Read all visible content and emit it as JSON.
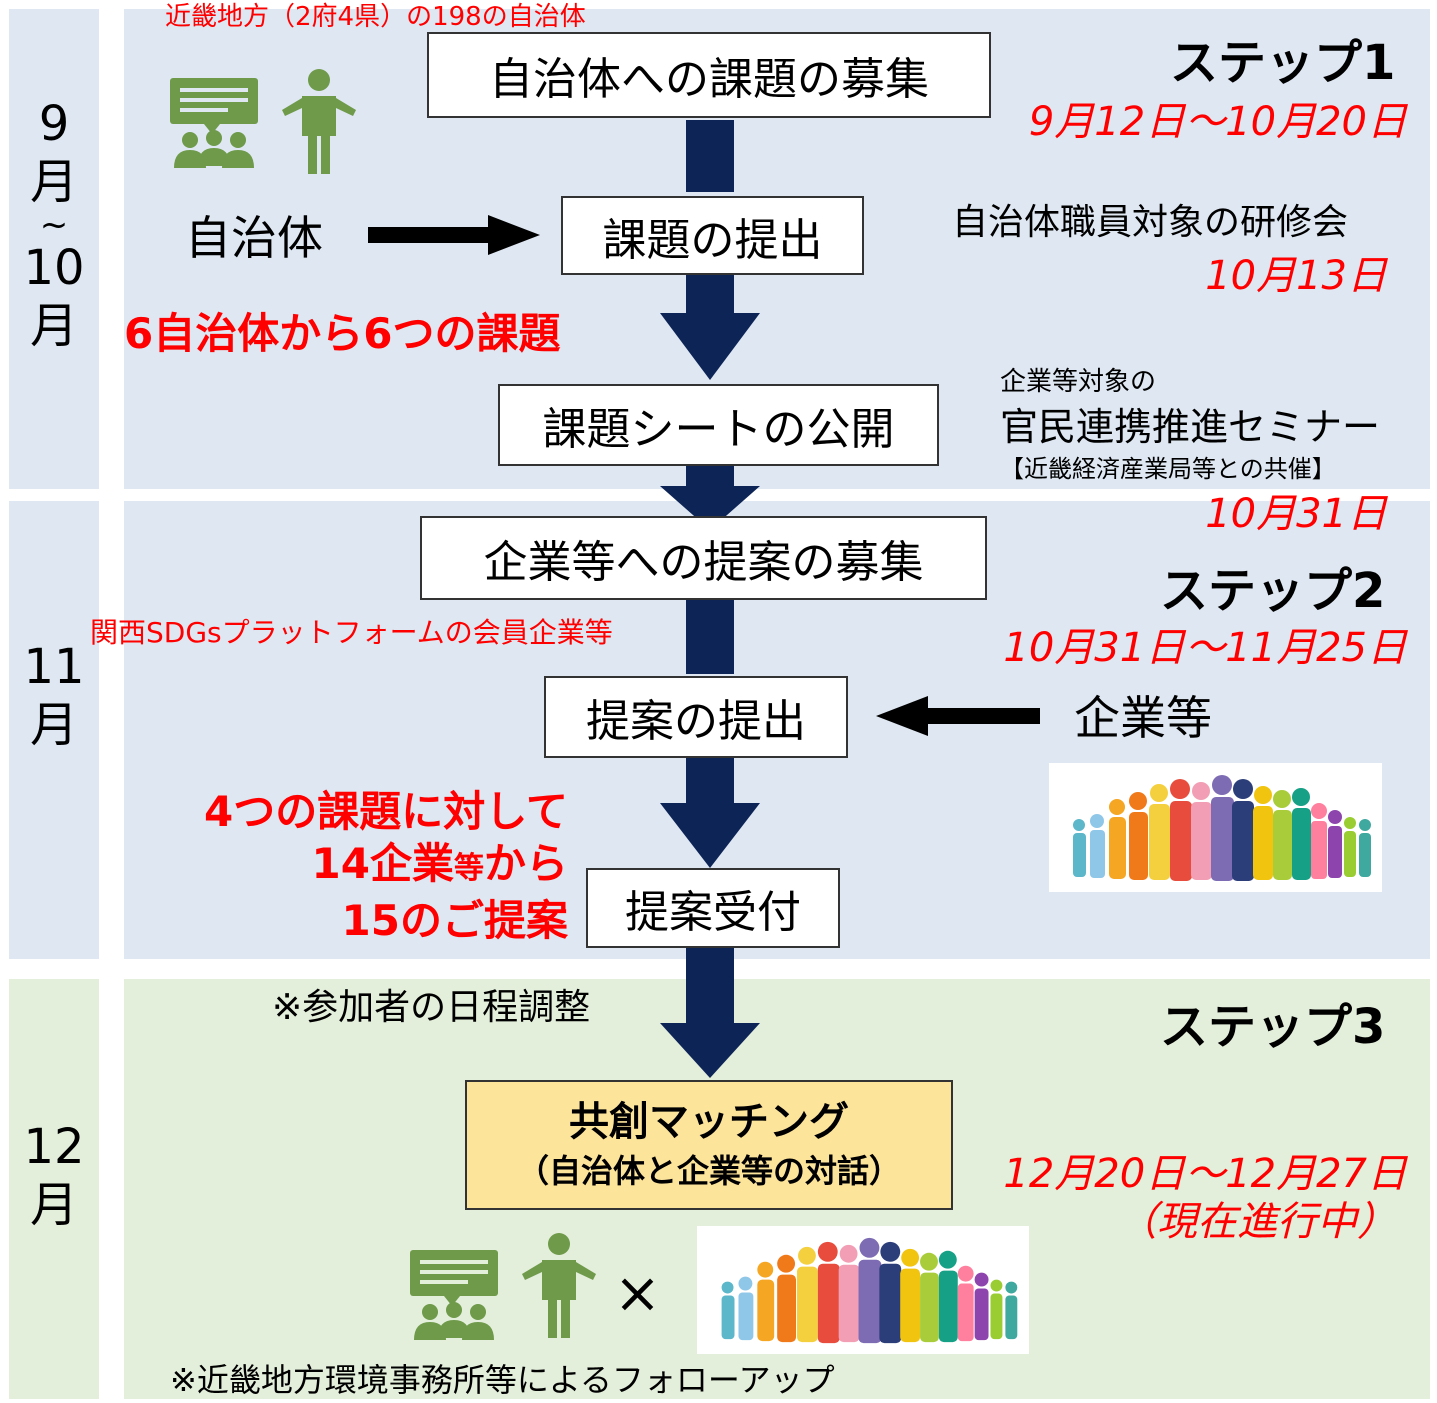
{
  "colors": {
    "panel_blue": "#dee7f2",
    "panel_green": "#e3eedb",
    "arrow_navy": "#0d2456",
    "highlight_red": "#ff0000",
    "icon_green": "#6e9a4a",
    "matching_box": "#fde49b"
  },
  "months": {
    "m1": [
      "9",
      "月",
      "~",
      "10",
      "月"
    ],
    "m2": [
      "11",
      "月"
    ],
    "m3": [
      "12",
      "月"
    ]
  },
  "flow": {
    "box1": "自治体への課題の募集",
    "box2": "課題の提出",
    "box3": "課題シートの公開",
    "box4": "企業等への提案の募集",
    "box5": "提案の提出",
    "box6": "提案受付",
    "box7_line1": "共創マッチング",
    "box7_line2": "（自治体と企業等の対話）"
  },
  "labels": {
    "target_municipalities": "近畿地方（2府4県）の198の自治体",
    "municipality": "自治体",
    "result1": "6自治体から6つの課題",
    "target_companies": "関西SDGsプラットフォームの会員企業等",
    "companies": "企業等",
    "result2_line1": "4つの課題に対して",
    "result2_line2a": "14企業",
    "result2_line2b": "等",
    "result2_line2c": "から",
    "result2_line3": "15のご提案",
    "schedule_note": "※参加者の日程調整",
    "followup_note": "※近畿地方環境事務所等によるフォローアップ",
    "times": "×"
  },
  "steps": {
    "step1": "ステップ1",
    "step1_dates": "9月12日～10月20日",
    "training": "自治体職員対象の研修会",
    "training_date": "10月13日",
    "seminar_line1": "企業等対象の",
    "seminar_line2": "官民連携推進セミナー",
    "seminar_line3": "【近畿経済産業局等との共催】",
    "seminar_date": "10月31日",
    "step2": "ステップ2",
    "step2_dates": "10月31日～11月25日",
    "step3": "ステップ3",
    "step3_dates": "12月20日～12月27日",
    "step3_status": "（現在進行中）"
  },
  "icons": {
    "municipality_icon": "meeting-group-icon",
    "person_icon": "person-explaining-icon",
    "crowd_image": "colorful-people-silhouettes"
  }
}
